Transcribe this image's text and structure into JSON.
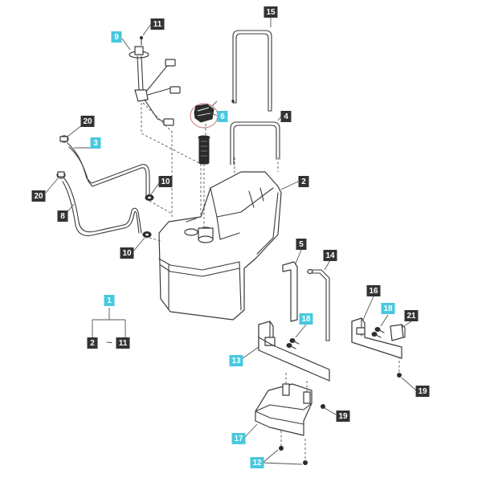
{
  "diagram": {
    "colors": {
      "dark_label": "#333333",
      "cyan_label": "#48c8de",
      "line": "#3a3a3a"
    },
    "range_separator": "~",
    "callouts": [
      {
        "id": "c15",
        "text": "15",
        "style": "dark"
      },
      {
        "id": "c11a",
        "text": "11",
        "style": "dark"
      },
      {
        "id": "c9",
        "text": "9",
        "style": "cyan"
      },
      {
        "id": "c6",
        "text": "6",
        "style": "cyan"
      },
      {
        "id": "c20a",
        "text": "20",
        "style": "dark"
      },
      {
        "id": "c4",
        "text": "4",
        "style": "dark"
      },
      {
        "id": "c3",
        "text": "3",
        "style": "cyan"
      },
      {
        "id": "c2",
        "text": "2",
        "style": "dark"
      },
      {
        "id": "c10a",
        "text": "10",
        "style": "dark"
      },
      {
        "id": "c20b",
        "text": "20",
        "style": "dark"
      },
      {
        "id": "c8",
        "text": "8",
        "style": "dark"
      },
      {
        "id": "c10b",
        "text": "10",
        "style": "dark"
      },
      {
        "id": "c5",
        "text": "5",
        "style": "dark"
      },
      {
        "id": "c14",
        "text": "14",
        "style": "dark"
      },
      {
        "id": "c1",
        "text": "1",
        "style": "cyan"
      },
      {
        "id": "c16",
        "text": "16",
        "style": "dark"
      },
      {
        "id": "c18a",
        "text": "18",
        "style": "cyan"
      },
      {
        "id": "c21",
        "text": "21",
        "style": "dark"
      },
      {
        "id": "c18b",
        "text": "18",
        "style": "cyan"
      },
      {
        "id": "c2b",
        "text": "2",
        "style": "dark"
      },
      {
        "id": "c11b",
        "text": "11",
        "style": "dark"
      },
      {
        "id": "c13",
        "text": "13",
        "style": "cyan"
      },
      {
        "id": "c19a",
        "text": "19",
        "style": "dark"
      },
      {
        "id": "c19b",
        "text": "19",
        "style": "dark"
      },
      {
        "id": "c17",
        "text": "17",
        "style": "cyan"
      },
      {
        "id": "c12",
        "text": "12",
        "style": "cyan"
      }
    ]
  }
}
